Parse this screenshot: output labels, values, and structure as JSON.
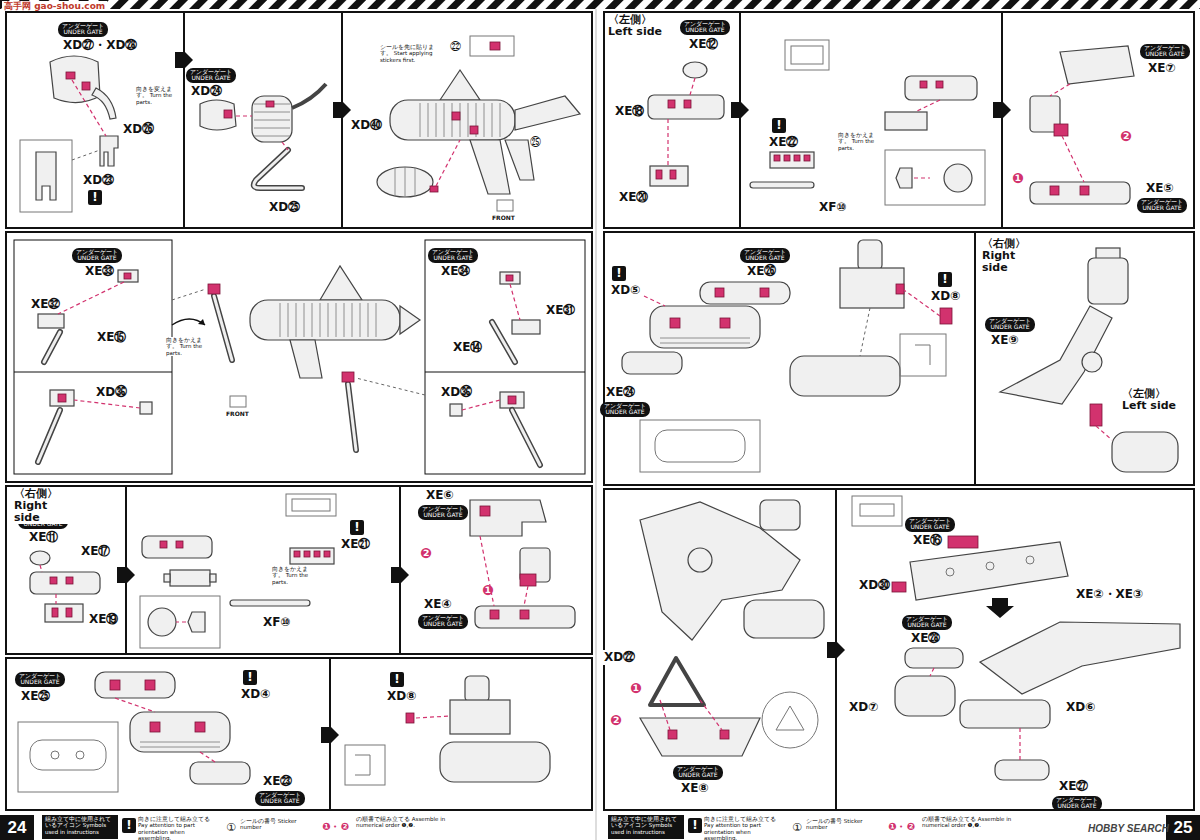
{
  "diagram": {
    "nodes": [
      {
        "text": [
          "アンダーゲート UNDER GATE"
        ]
      },
      {
        "text": [
          "!"
        ]
      },
      {
        "text": [
          "アンダーゲート UNDER GATE"
        ]
      },
      {
        "text": [
          "アンダーゲート UNDER GATE"
        ]
      },
      {
        "text": [
          "アンダーゲート UNDER GATE"
        ]
      },
      {
        "text": [
          "アンダーゲート UNDER GATE"
        ]
      },
      {
        "text": [
          "!"
        ]
      },
      {
        "text": [
          "アンダーゲート UNDER GATE"
        ]
      },
      {
        "text": [
          "アンダーゲート UNDER GATE"
        ]
      },
      {
        "text": [
          "アンダーゲート UNDER GATE"
        ]
      },
      {
        "text": [
          "!"
        ]
      },
      {
        "text": [
          "アンダーゲート UNDER GATE"
        ]
      },
      {
        "text": [
          "!"
        ]
      },
      {
        "text": [
          "24"
        ]
      },
      {
        "text": [
          "組み立て中に使用されているアイコン Symbols used in instructions"
        ]
      },
      {
        "text": [
          "!"
        ]
      },
      {
        "text": [
          "アンダーゲート UNDER GATE"
        ]
      },
      {
        "text": [
          "!"
        ]
      },
      {
        "text": [
          "アンダーゲート UNDER GATE"
        ]
      },
      {
        "text": [
          "アンダーゲート UNDER GATE"
        ]
      },
      {
        "text": [
          "!"
        ]
      },
      {
        "text": [
          "アンダーゲート UNDER GATE"
        ]
      },
      {
        "text": [
          "アンダーゲート UNDER GATE"
        ]
      },
      {
        "text": [
          "!"
        ]
      },
      {
        "text": [
          "アンダーゲート UNDER GATE"
        ]
      },
      {
        "text": [
          "アンダーゲート UNDER GATE"
        ]
      },
      {
        "text": [
          "アンダーゲート UNDER GATE"
        ]
      },
      {
        "text": [
          "アンダーゲート UNDER GATE"
        ]
      },
      {
        "text": [
          "アンダーゲート UNDER GATE"
        ]
      },
      {
        "text": [
          "25"
        ]
      },
      {
        "text": [
          "組み立て中に使用されているアイコン Symbols used in instructions"
        ]
      },
      {
        "text": [
          "!"
        ]
      }
    ],
    "labels": [
      "高手网 gao-shou.com",
      "XD㉗・XD㉘",
      "XD㉖",
      "XD㉓",
      "向きを変えます。 Turn the parts.",
      "XD㉔",
      "XD㉕",
      "シールを先に貼ります。 Start applying stickers first.",
      "㉒",
      "XD㊵",
      "㉕",
      "FRONT",
      "XE㉝",
      "XE㉜",
      "XE⑮",
      "XD㊱",
      "向きをかえます。 Turn the parts.",
      "FRONT",
      "XE㉞",
      "XE㉛",
      "XE⑭",
      "XD㊱",
      "〈右側〉 Right side",
      "XE⑪",
      "XE⑰",
      "XE⑲",
      "向きをかえます。 Turn the parts.",
      "XE㉑",
      "XF⑩",
      "XE⑥",
      "❷",
      "❶",
      "XE④",
      "XE㉕",
      "XD④",
      "XE㉓",
      "XD⑧",
      "①",
      "❶・❷",
      "〈左側〉 Left side",
      "XE⑫",
      "XE⑱",
      "XE⑳",
      "XE㉒",
      "XF⑩",
      "向きをかえます。 Turn the parts.",
      "XE⑦",
      "❷",
      "❶",
      "XE⑤",
      "XD⑤",
      "XE㉖",
      "XE㉔",
      "XD⑧",
      "〈右側〉 Right side",
      "XE⑨",
      "〈左側〉 Left side",
      "XD㉒",
      "❶",
      "❷",
      "XE⑧",
      "XE⑯",
      "XD㉚",
      "XE②・XE③",
      "XE㉘",
      "XD⑦",
      "XD⑥",
      "XE㉗",
      "①",
      "❶・❷",
      "HOBBY SEARCH"
    ],
    "legend": [
      {
        "text": "向きに注意して組み立てる Pay attention to part orientation when assembling."
      },
      {
        "text": "シールの番号 Sticker number"
      },
      {
        "text": "の順番で組み立てる Assemble in numerical order ❶,❷."
      },
      {
        "text": "向きに注意して組み立てる Pay attention to part orientation when assembling."
      },
      {
        "text": "シールの番号 Sticker number"
      },
      {
        "text": "の順番で組み立てる Assemble in numerical order ❶,❷."
      }
    ]
  }
}
